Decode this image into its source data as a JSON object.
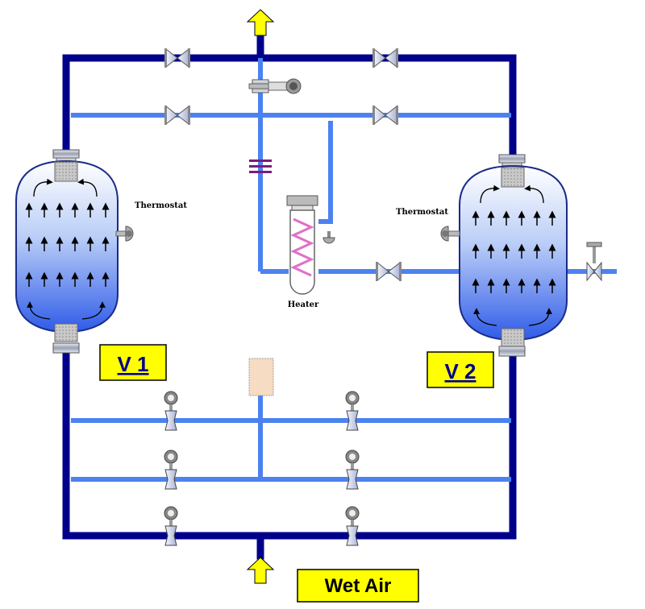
{
  "labels": {
    "thermostat_left": "Thermostat",
    "thermostat_right": "Thermostat",
    "heater": "Heater",
    "vessel_1": "V 1",
    "vessel_2": "V 2",
    "wet_air": "Wet Air"
  },
  "colors": {
    "dark_pipe": "#00008B",
    "light_pipe": "#4C82F0",
    "label_fill": "#FFFF00",
    "arrow_fill": "#FFFF00",
    "vessel_top": "#FFFFFF",
    "vessel_bottom": "#2F5BE8"
  },
  "icons": {
    "vessel_flow_arrow": "up-arrow-icon",
    "vessel_circulation_arrow": "curved-arrow-icon",
    "valve": "butterfly-valve-icon",
    "gate_valve": "gate-valve-icon",
    "orifice": "orifice-plate-icon",
    "filter": "filter-icon",
    "flow_in": "yellow-up-arrow-icon",
    "flow_out": "yellow-up-arrow-icon"
  }
}
